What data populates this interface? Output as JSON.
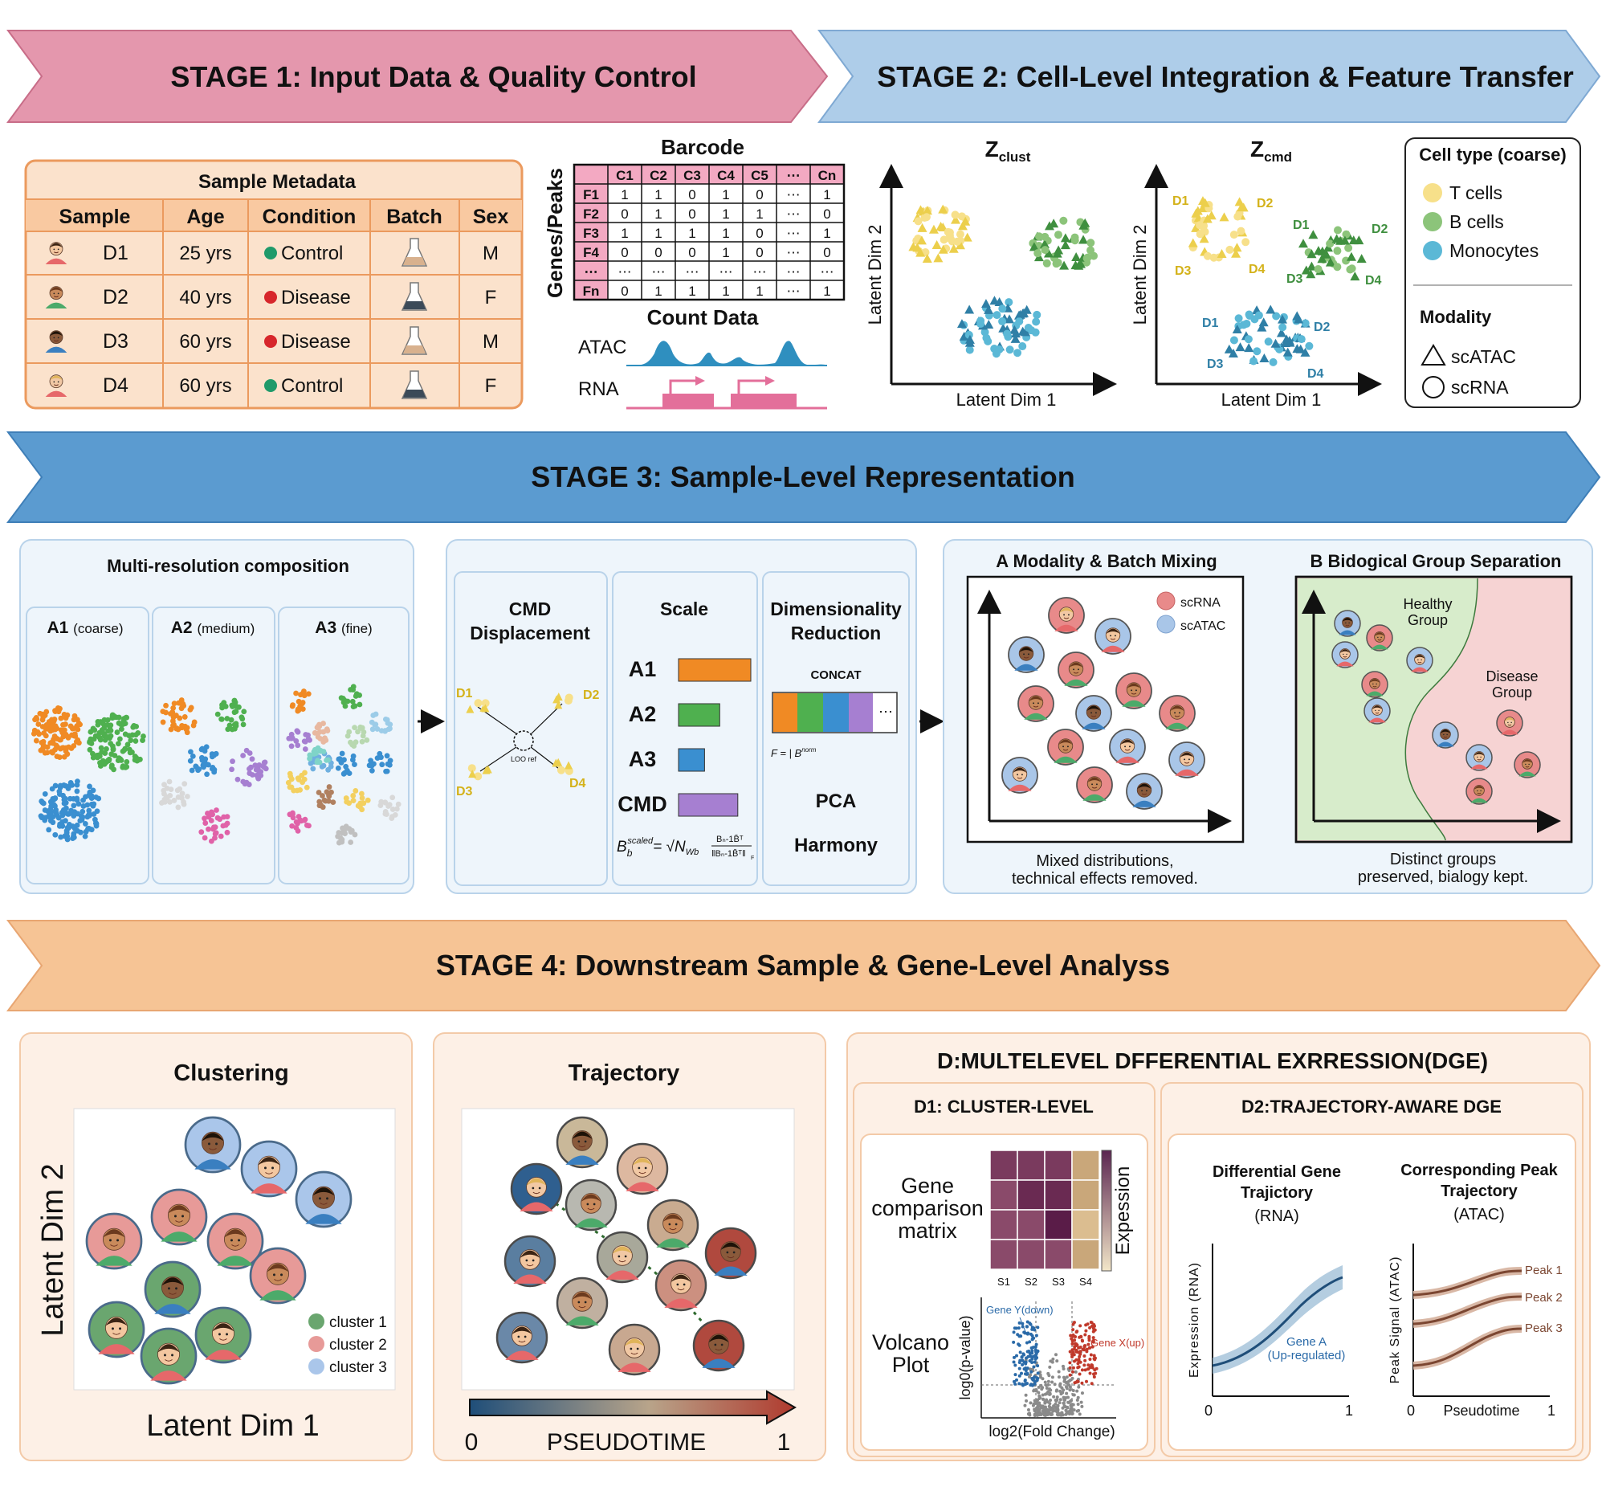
{
  "stage1": {
    "title": "STAGE 1: Input Data & Quality Control"
  },
  "stage2": {
    "title": "STAGE 2: Cell-Level Integration & Feature Transfer"
  },
  "stage3": {
    "title": "STAGE 3: Sample-Level Representation"
  },
  "stage4": {
    "title": "STAGE 4: Downstream Sample & Gene-Level Analyss"
  },
  "metadata": {
    "title": "Sample Metadata",
    "headers": [
      "Sample",
      "Age",
      "Condition",
      "Batch",
      "Sex"
    ],
    "rows": [
      {
        "sample": "D1",
        "age": "25 yrs",
        "condition": "Control",
        "sex": "M"
      },
      {
        "sample": "D2",
        "age": "40 yrs",
        "condition": "Disease",
        "sex": "F"
      },
      {
        "sample": "D3",
        "age": "60 yrs",
        "condition": "Disease",
        "sex": "M"
      },
      {
        "sample": "D4",
        "age": "60 yrs",
        "condition": "Control",
        "sex": "F"
      }
    ],
    "control_color": "#1f9a6a",
    "disease_color": "#d7262b"
  },
  "matrix": {
    "title": "Barcode",
    "ylabel": "Genes/Peaks",
    "cols": [
      "C1",
      "C2",
      "C3",
      "C4",
      "C5",
      "⋯",
      "Cn"
    ],
    "rows": [
      {
        "name": "F1",
        "cells": [
          "1",
          "1",
          "0",
          "1",
          "0",
          "⋯",
          "1"
        ]
      },
      {
        "name": "F2",
        "cells": [
          "0",
          "1",
          "0",
          "1",
          "1",
          "⋯",
          "0"
        ]
      },
      {
        "name": "F3",
        "cells": [
          "1",
          "1",
          "1",
          "1",
          "0",
          "⋯",
          "1"
        ]
      },
      {
        "name": "F4",
        "cells": [
          "0",
          "0",
          "0",
          "1",
          "0",
          "⋯",
          "0"
        ]
      },
      {
        "name": "⋯",
        "cells": [
          "⋯",
          "⋯",
          "⋯",
          "⋯",
          "⋯",
          "⋯",
          "⋯"
        ]
      },
      {
        "name": "Fn",
        "cells": [
          "0",
          "1",
          "1",
          "1",
          "1",
          "⋯",
          "1"
        ]
      }
    ],
    "count_title": "Count Data",
    "atac_label": "ATAC",
    "rna_label": "RNA"
  },
  "latent": {
    "zclust_main": "Z",
    "zclust_sub": "clust",
    "zcmd_main": "Z",
    "zcmd_sub": "cmd",
    "xlabel": "Latent Dim 1",
    "ylabel": "Latent Dim 2",
    "donors": [
      "D1",
      "D2",
      "D3",
      "D4"
    ]
  },
  "legend": {
    "celltype_title": "Cell type (coarse)",
    "celltypes": [
      {
        "name": "T cells",
        "color": "#f7e08a"
      },
      {
        "name": "B cells",
        "color": "#8cc47a"
      },
      {
        "name": "Monocytes",
        "color": "#5bb8d6"
      }
    ],
    "modality_title": "Modality",
    "modalities": [
      "scATAC",
      "scRNA"
    ]
  },
  "stage3_panel": {
    "multires_title": "Multi-resolution composition",
    "a1": "A1",
    "a1_sub": "(coarse)",
    "a2": "A2",
    "a2_sub": "(medium)",
    "a3": "A3",
    "a3_sub": "(fine)",
    "cmd_title_1": "CMD",
    "cmd_title_2": "Displacement",
    "loo_label": "LOO ref",
    "scale_title": "Scale",
    "scale_rows": [
      {
        "label": "A1",
        "color": "#f08a24",
        "value": 1.0
      },
      {
        "label": "A2",
        "color": "#4fb04f",
        "value": 0.57
      },
      {
        "label": "A3",
        "color": "#3a8fd0",
        "value": 0.36
      },
      {
        "label": "CMD",
        "color": "#a67fd1",
        "value": 0.82
      }
    ],
    "scale_formula_lhs": "B",
    "scale_formula_sub": "b",
    "scale_formula_sup": "scaled",
    "scale_formula_rhs": "= √N",
    "scale_formula_wb": "Wb",
    "scale_formula_num": "Bₙ-1B̄ᵀ",
    "scale_formula_den": "‖Bₙ-1B̄ᵀ‖",
    "scale_formula_f": "F",
    "dr_title_1": "Dimensionality",
    "dr_title_2": "Reduction",
    "concat": "CONCAT",
    "concat_more": "⋯",
    "dr_formula": "F = | B",
    "dr_formula_rest": "norm",
    "pca": "PCA",
    "harmony": "Harmony"
  },
  "mixing": {
    "title_letter": "A",
    "title": "Modality & Batch Mixing",
    "legend": [
      "scRNA",
      "scATAC"
    ],
    "rna_color": "#e88a8a",
    "atac_color": "#a9c6e8",
    "caption_1": "Mixed distributions,",
    "caption_2": "technical effects removed."
  },
  "separation": {
    "title_letter": "B",
    "title": "Bidogical Group Separation",
    "healthy_1": "Healthy",
    "healthy_2": "Group",
    "disease_1": "Disease",
    "disease_2": "Group",
    "caption_1": "Distinct groups",
    "caption_2": "preserved, bialogy kept."
  },
  "clustering": {
    "title": "Clustering",
    "xlabel": "Latent Dim 1",
    "ylabel": "Latent Dim 2",
    "legend": [
      {
        "name": "cluster 1",
        "color": "#6aa66f"
      },
      {
        "name": "cluster 2",
        "color": "#e79a98"
      },
      {
        "name": "cluster 3",
        "color": "#aac6ea"
      }
    ]
  },
  "trajectory": {
    "title": "Trajectory",
    "bar_label": "PSEUDOTIME",
    "start": "0",
    "end": "1"
  },
  "dge": {
    "title": "D:MULTELEVEL DFFERENTIAL EXRRESSION(DGE)",
    "d1_title": "D1: CLUSTER-LEVEL",
    "d2_title": "D2:TRAJECTORY-AWARE DGE",
    "gene_matrix_1": "Gene",
    "gene_matrix_2": "comparison",
    "gene_matrix_3": "matrix",
    "heatmap_cols": [
      "S1",
      "S2",
      "S3",
      "S4"
    ],
    "heatmap_legend": "Expession",
    "volcano_1": "Volcano",
    "volcano_2": "Plot",
    "volcano_x": "log2(Fold Change)",
    "volcano_y": "log0(p-value)",
    "gene_down": "Gene Y(down)",
    "gene_up": "Gene X(up)",
    "diff_title_1": "Differential Gene",
    "diff_title_2": "Trajictory",
    "diff_title_3": "(RNA)",
    "diff_y": "Expression (RNA)",
    "gene_a_1": "Gene A",
    "gene_a_2": "(Up-regulated)",
    "peak_title_1": "Corresponding Peak",
    "peak_title_2": "Trajectory",
    "peak_title_3": "(ATAC)",
    "peak_y": "Peak Signal (ATAC)",
    "peak_x": "Pseudotime",
    "peaks": [
      "Peak 1",
      "Peak 2",
      "Peak 3"
    ],
    "axis_zero": "0",
    "axis_one": "1"
  }
}
